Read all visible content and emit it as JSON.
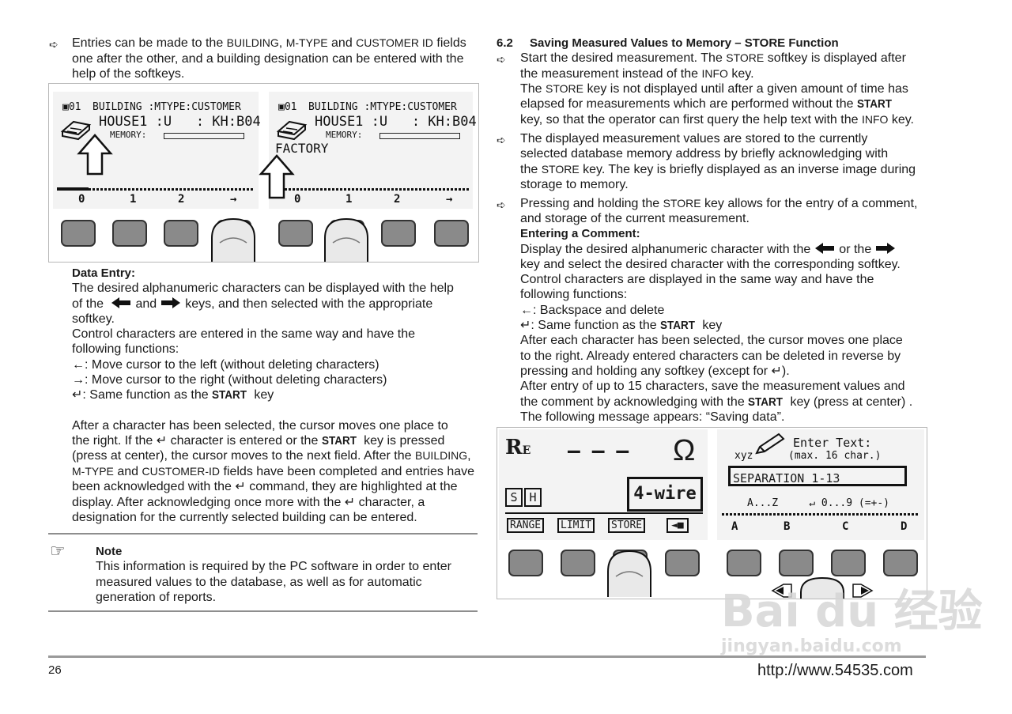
{
  "left": {
    "intro": [
      "Entries can be made to the ",
      "BUILDING",
      ", ",
      "M-TYPE",
      " and ",
      "CUSTOMER ID",
      " fields",
      "one after the other, and a building designation can be entered with the",
      "help of the softkeys."
    ],
    "figure": {
      "panel1": {
        "memory_no": "01",
        "headers": "BUILDING :MTYPE:CUSTOMER",
        "values": "HOUSE1 :U   : KH:B04",
        "memory": "MEMORY:",
        "softkeys": [
          "0",
          "1",
          "2",
          "→"
        ]
      },
      "panel2": {
        "memory_no": "01",
        "headers": "BUILDING :MTYPE:CUSTOMER",
        "values": "HOUSE1 :U   : KH:B04",
        "memory": "MEMORY:",
        "entry": "FACTORY",
        "softkeys": [
          "0",
          "1",
          "2",
          "→"
        ]
      }
    },
    "data_entry_heading": "Data Entry:",
    "data_entry_lines": [
      "The desired alphanumeric characters can be displayed with the help",
      "of the",
      "and",
      "keys, and then selected with the appropriate",
      "softkey.",
      "Control characters are entered in the same way and have the",
      "following functions:",
      "←: Move cursor to the left (without deleting characters)",
      "→: Move cursor to the right (without deleting characters)",
      "↵: Same function as the ",
      "START",
      " key"
    ],
    "after_lines": [
      "After a character has been selected, the cursor moves one place to",
      "the right. If the ↵ character is entered or the ",
      "START",
      " key is pressed",
      "(press at center), the cursor moves to the next field. After the ",
      "BUILDING",
      ",",
      "M-TYPE",
      " and ",
      "CUSTOMER-ID",
      " fields have been completed and entries have",
      "been acknowledged with the ↵ command, they are highlighted at the",
      "display. After acknowledging once more with the ↵ character, a",
      "designation for the currently selected building can be entered."
    ],
    "note_heading": "Note",
    "note_lines": [
      "This information is required by the PC software in order to enter",
      "measured values to the database, as well as for automatic",
      "generation of reports."
    ]
  },
  "right": {
    "section_number": "6.2",
    "section_title": "Saving Measured Values to Memory – STORE Function",
    "b1": [
      "Start the desired measurement. The ",
      "STORE",
      " softkey is displayed after",
      "the measurement instead of the ",
      "INFO",
      " key.",
      "The ",
      "STORE",
      " key is not displayed until after a given amount of time has",
      "elapsed for measurements which are performed without the ",
      "START",
      "key, so that the operator can first query the help text with the ",
      "INFO",
      " key."
    ],
    "b2": [
      "The displayed measurement values are stored to the currently",
      "selected database memory address by briefly acknowledging with",
      "the ",
      "STORE",
      " key. The key is briefly displayed as an inverse image during",
      "storage to memory."
    ],
    "b3": [
      "Pressing and holding the ",
      "STORE",
      " key allows for the entry of a comment,",
      "and storage of the current measurement."
    ],
    "comment_heading": "Entering a Comment:",
    "comment_lines": [
      "Display the desired alphanumeric character with the",
      "or the",
      "key and select the desired character with the corresponding softkey.",
      "Control characters are displayed in the same way and have the",
      "following functions:",
      "←: Backspace and delete",
      "↵: Same function as the ",
      "START",
      " key",
      "After each character has been selected, the cursor moves one place",
      "to the right. Already entered characters can be deleted in reverse by",
      "pressing and holding any softkey (except for ↵).",
      "After entry of up to 15 characters, save the measurement values and",
      "the comment by acknowledging with the ",
      "START",
      " key (press at center) .",
      "The following message appears: “Saving data”."
    ],
    "figure": {
      "re_label": "R",
      "re_sub": "E",
      "dashes": "– – –",
      "ohm": "Ω",
      "s_box": "S",
      "h_box": "H",
      "wire_label": "4-wire",
      "softkeys_left": [
        "RANGE",
        "LIMIT",
        "STORE",
        "◄■"
      ],
      "enter_text": "Enter Text:",
      "xyz": "xyz",
      "max_chars": "(max. 16 char.)",
      "entry_value": "SEPARATION 1-13",
      "char_groups": "A...Z     ↵ 0...9 (=+-)",
      "softkeys_right": [
        "A",
        "B",
        "C",
        "D"
      ]
    }
  },
  "footer": {
    "page_number": "26",
    "url": "http://www.54535.com"
  },
  "watermark": {
    "brand": "Bai du 经验",
    "domain": "jingyan.baidu.com"
  }
}
